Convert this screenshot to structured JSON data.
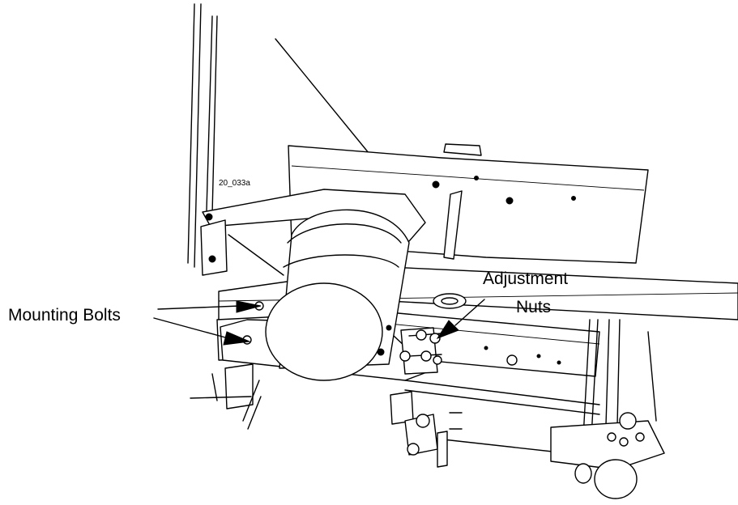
{
  "figure": {
    "figure_id": "20_033a",
    "callouts": {
      "mounting_bolts": "Mounting Bolts",
      "adjustment_nuts_line1": "Adjustment",
      "adjustment_nuts_line2": "Nuts"
    }
  },
  "colors": {
    "line": "#000000",
    "background": "#ffffff"
  }
}
